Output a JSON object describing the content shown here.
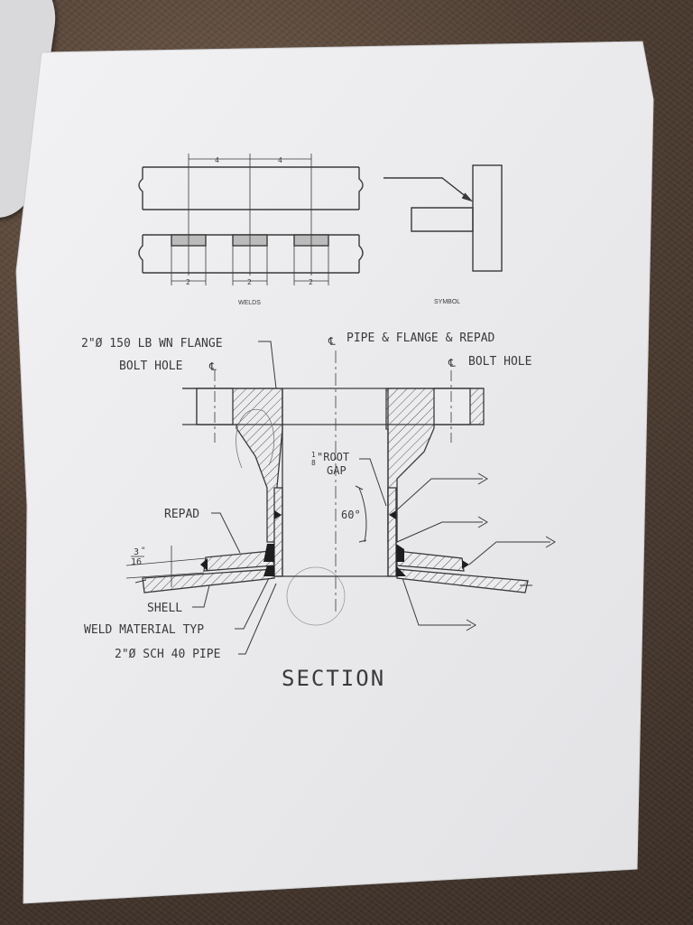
{
  "top_figure": {
    "dim_top_1": "4",
    "dim_top_2": "4",
    "dim_bottom_1": "2",
    "dim_bottom_2": "2",
    "dim_bottom_3": "2",
    "caption_left": "WELDS",
    "caption_right": "SYMBOL"
  },
  "section": {
    "flange_label": "2\"Ø 150 LB WN FLANGE",
    "bolt_hole_left_label": "BOLT HOLE",
    "centerline_label": "PIPE & FLANGE & REPAD",
    "bolt_hole_right_label": "BOLT HOLE",
    "root_gap_label_1": "\"ROOT",
    "root_gap_fraction_num": "1",
    "root_gap_fraction_den": "8",
    "root_gap_label_2": "GAP",
    "angle_label": "60°",
    "repad_label": "REPAD",
    "thickness_fraction_num": "3",
    "thickness_fraction_den": "16",
    "thickness_unit": "\"",
    "shell_label": "SHELL",
    "weld_material_label": "WELD MATERIAL TYP",
    "pipe_label": "2\"Ø SCH 40 PIPE",
    "title": "SECTION"
  },
  "colors": {
    "paper": "#ececee",
    "ink": "#3a3a3a",
    "carpet": "#4d3d32"
  }
}
